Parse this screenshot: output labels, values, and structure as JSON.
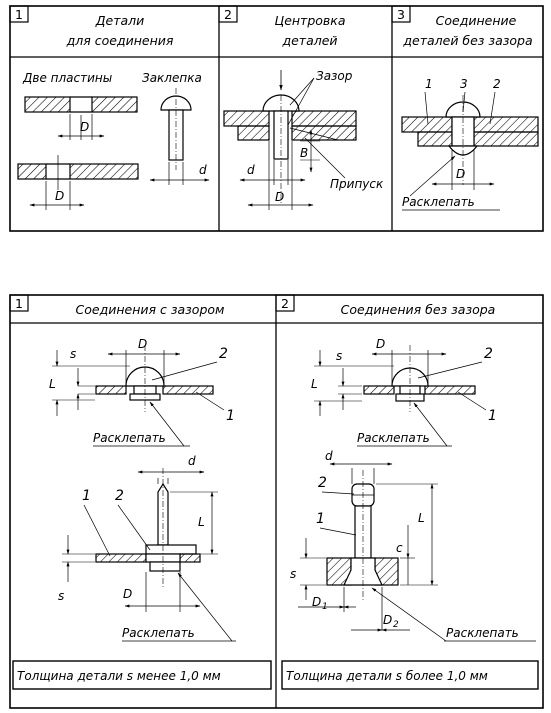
{
  "top_panels": [
    {
      "number": "1",
      "title_line1": "Детали",
      "title_line2": "для соединения",
      "label_plates": "Две пластины",
      "label_rivet": "Заклепка",
      "dim_D_top": "D",
      "dim_D_bottom": "D",
      "dim_d": "d"
    },
    {
      "number": "2",
      "title_line1": "Центровка",
      "title_line2": "деталей",
      "label_gap": "Зазор",
      "label_allowance": "Припуск",
      "dim_d": "d",
      "dim_D": "D",
      "dim_B": "B"
    },
    {
      "number": "3",
      "title_line1": "Соединение",
      "title_line2": "деталей без зазора",
      "callout_1": "1",
      "callout_3": "3",
      "callout_2": "2",
      "dim_D": "D",
      "label_rivet_action": "Расклепать"
    }
  ],
  "bottom_panels": [
    {
      "number": "1",
      "title": "Соединения с зазором",
      "dim_D_top": "D",
      "dim_s": "s",
      "dim_L_top": "L",
      "callout_2_top": "2",
      "callout_1_top": "1",
      "label_rivet_action_top": "Расклепать",
      "dim_d": "d",
      "callout_1": "1",
      "callout_2": "2",
      "dim_L": "L",
      "dim_s_lower": "s",
      "dim_D_lower": "D",
      "label_rivet_action_bottom": "Расклепать",
      "footer": "Толщина детали s менее 1,0 мм"
    },
    {
      "number": "2",
      "title": "Соединения без зазора",
      "dim_D_top": "D",
      "dim_s": "s",
      "dim_L_top": "L",
      "callout_2_top": "2",
      "callout_1_top": "1",
      "label_rivet_action_top": "Расклепать",
      "dim_d": "d",
      "callout_2": "2",
      "callout_1": "1",
      "dim_L": "L",
      "dim_c": "c",
      "dim_s_lower": "s",
      "dim_D1": "D",
      "dim_D1_sub": "1",
      "dim_D2": "D",
      "dim_D2_sub": "2",
      "label_rivet_action_bottom": "Расклепать",
      "footer": "Толщина детали s более 1,0 мм"
    }
  ]
}
